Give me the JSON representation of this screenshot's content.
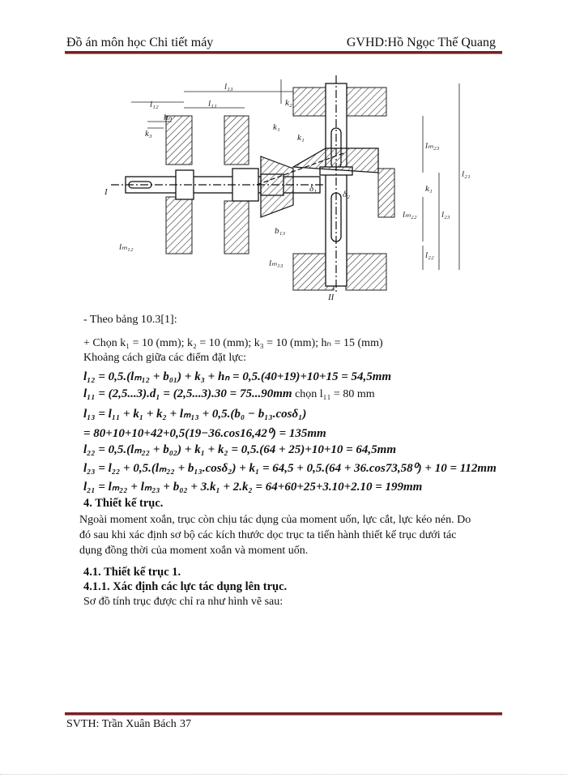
{
  "header": {
    "left": "Đồ án môn học Chi tiết máy",
    "right": "GVHD:Hồ  Ngọc Thế Quang"
  },
  "figure": {
    "labels": {
      "l12": "l₁₂",
      "hn": "hₙ",
      "k3": "k₃",
      "l13": "l₁₃",
      "l11": "l₁₁",
      "k2": "k₂",
      "k1a": "k₁",
      "k1b": "k₁",
      "k1c": "k₁",
      "lm23": "lₘ₂₃",
      "lm22": "lₘ₂₂",
      "l23": "l₂₃",
      "l21": "l₂₁",
      "l22": "l₂₂",
      "lm12": "lₘ₁₂",
      "lm13": "lₘ₁₃",
      "b13": "b₁₃",
      "d1": "δ₁",
      "d2": "δ₂",
      "shaft1": "I",
      "shaft2": "II"
    }
  },
  "body": {
    "line1": "- Theo bảng  10.3[1]:",
    "line2": "+ Chọn k₁ = 10 (mm); k₂ = 10 (mm); k₃ = 10 (mm); hₙ = 15 (mm)",
    "line3": "Khoảng  cách giữa các điểm đặt lực:",
    "f1": "l₁₂ = 0,5.(lₘ₁₂ + b₀₁) + k₃ + hₙ = 0,5.(40+19)+10+15 = 54,5mm",
    "f2": "l₁₁ = (2,5...3).d₁ = (2,5...3).30 = 75...90mm",
    "f2_tail": " chọn l₁₁ = 80 mm",
    "f3": "l₁₃ = l₁₁ + k₁ + k₂ + lₘ₁₃ + 0,5.(b₀ − b₁₃.cosδ₁)",
    "f4": "= 80+10+10+42+0,5(19−36.cos16,42⁰) = 135mm",
    "f5": "l₂₂ = 0,5.(lₘ₂₂ + b₀₂) + k₁ + k₂ = 0,5.(64 + 25)+10+10 = 64,5mm",
    "f6": "l₂₃ = l₂₂ + 0,5.(lₘ₂₂ + b₁₃.cosδ₂) + k₁ = 64,5 + 0,5.(64 + 36.cos73,58⁰) + 10 = 112mm",
    "f7": "l₂₁ = lₘ₂₂ + lₘ₂₃ + b₀₂ + 3.k₁ + 2.k₂ = 64+60+25+3.10+2.10 = 199mm",
    "h4": "4.  Thiết kế trục.",
    "p1": "Ngoài  moment xoắn, trục còn chịu tác dụng  của moment uốn,  lực cắt,  lực kéo nén.  Do",
    "p2": "đó sau khi  xác định sơ bộ các kích thước dọc trục ta tiến hành  thiết kế trục dưới tác",
    "p3": "dụng đồng thời của moment xoắn và  moment uốn.",
    "h41": "4.1.     Thiết kế trục 1.",
    "h411": "4.1.1.  Xác định các lực tác dụng lên trục.",
    "p4": "Sơ đồ tính trục được chỉ ra như hình vẽ  sau:"
  },
  "footer": {
    "author": "SVTH: Trần Xuân Bách",
    "page": "37"
  },
  "colors": {
    "rule": "#7a1f22"
  }
}
